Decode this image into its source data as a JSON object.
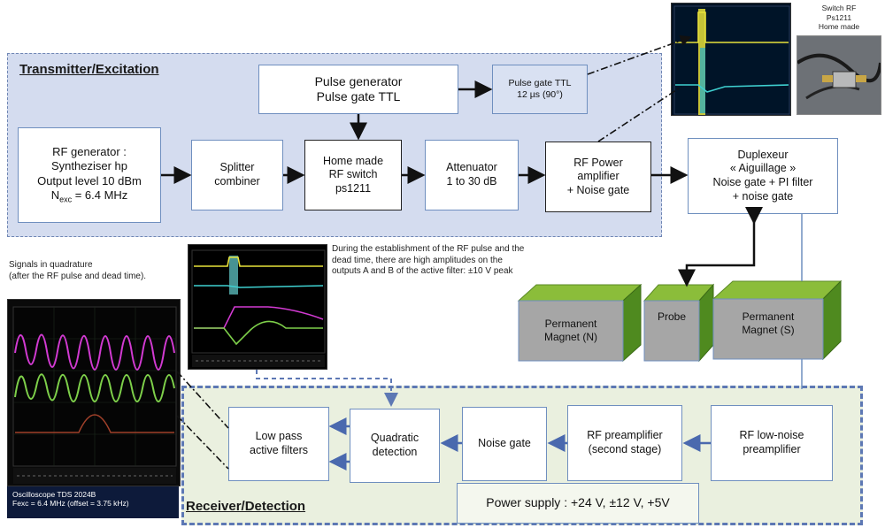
{
  "regions": {
    "tx_title": "Transmitter/Excitation",
    "rx_title": "Receiver/Detection"
  },
  "blocks": {
    "pulse_generator": [
      "Pulse generator",
      "Pulse gate TTL"
    ],
    "pulse_gate_ttl": [
      "Pulse gate TTL",
      "12 µs (90°)"
    ],
    "rf_generator": [
      "RF generator :",
      "Syntheziser hp",
      "Output level 10 dBm"
    ],
    "rf_generator_nexc": {
      "symbol": "N",
      "sub": "exc",
      "value": " = 6.4 MHz"
    },
    "splitter": [
      "Splitter",
      "combiner"
    ],
    "rf_switch": [
      "Home made",
      "RF switch",
      "ps1211"
    ],
    "attenuator": [
      "Attenuator",
      "1 to 30 dB"
    ],
    "rf_power_amp": [
      "RF Power",
      "amplifier",
      "+ Noise gate"
    ],
    "duplexeur": [
      "Duplexeur",
      "« Aiguillage »",
      "Noise gate + PI filter",
      "+ noise gate"
    ],
    "magnet_n": [
      "Permanent",
      "Magnet (N)"
    ],
    "probe": [
      "Probe"
    ],
    "magnet_s": [
      "Permanent",
      "Magnet (S)"
    ],
    "low_pass": [
      "Low pass",
      "active filters"
    ],
    "quadratic": [
      "Quadratic",
      "detection"
    ],
    "noise_gate": [
      "Noise gate"
    ],
    "rf_preamp": [
      "RF preamplifier",
      "(second stage)"
    ],
    "rf_lna": [
      "RF low-noise",
      "preamplifier"
    ],
    "power_supply": [
      "Power supply : +24 V, ±12 V, +5V"
    ]
  },
  "annotations": {
    "quadrature_note": [
      "Signals in quadrature",
      "(after the RF pulse and dead time)."
    ],
    "rf_pulse_note": [
      "During the establishment of the RF pulse and the",
      "dead time, there are high amplitudes on the",
      "outputs A and B of the active filter: ±10 V peak"
    ],
    "scope_caption": [
      "Oscilloscope TDS 2024B",
      "Fexc = 6.4 MHz (offset = 3.75 kHz)"
    ],
    "switch_photo_label": [
      "Switch RF",
      "Ps1211",
      "Home made"
    ]
  },
  "colors": {
    "tx_fill": "#d4dcef",
    "rx_fill": "#eaf0df",
    "magnet_top": "#8bbd3a",
    "magnet_side": "#4f8a1f",
    "magnet_front": "#a6a6a6",
    "dash_blue": "#5d78b4",
    "scope_yellow": "#e8e23a",
    "scope_cyan": "#3fd0d0",
    "scope_magenta": "#d23ad2",
    "scope_green": "#7ed04a"
  }
}
